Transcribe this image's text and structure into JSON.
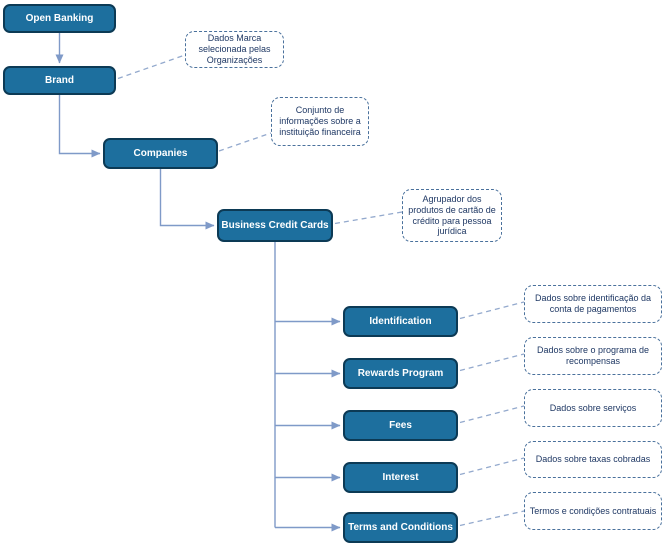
{
  "nodes": [
    {
      "id": "open-banking",
      "label": "Open Banking"
    },
    {
      "id": "brand",
      "label": "Brand",
      "note": "Dados Marca selecionada pelas Organizações"
    },
    {
      "id": "companies",
      "label": "Companies",
      "note": "Conjunto de informações sobre a instituição financeira"
    },
    {
      "id": "business-credit-cards",
      "label": "Business Credit Cards",
      "note": "Agrupador dos produtos de cartão de crédito para pessoa jurídica"
    },
    {
      "id": "identification",
      "label": "Identification",
      "note": "Dados sobre identificação da conta de pagamentos"
    },
    {
      "id": "rewards-program",
      "label": "Rewards Program",
      "note": "Dados sobre o programa de recompensas"
    },
    {
      "id": "fees",
      "label": "Fees",
      "note": "Dados sobre serviços"
    },
    {
      "id": "interest",
      "label": "Interest",
      "note": "Dados sobre taxas cobradas"
    },
    {
      "id": "terms-and-conditions",
      "label": "Terms and Conditions",
      "note": "Termos e condições contratuais"
    }
  ],
  "edges": [
    {
      "from": "Open Banking",
      "to": "Brand"
    },
    {
      "from": "Brand",
      "to": "Companies"
    },
    {
      "from": "Companies",
      "to": "Business Credit Cards"
    },
    {
      "from": "Business Credit Cards",
      "to": "Identification"
    },
    {
      "from": "Business Credit Cards",
      "to": "Rewards Program"
    },
    {
      "from": "Business Credit Cards",
      "to": "Fees"
    },
    {
      "from": "Business Credit Cards",
      "to": "Interest"
    },
    {
      "from": "Business Credit Cards",
      "to": "Terms and Conditions"
    }
  ],
  "colors": {
    "node_fill": "#1d6f9e",
    "node_border": "#0c3a55",
    "node_text": "#ffffff",
    "note_border": "#4a719c",
    "note_text": "#1f3864",
    "connector": "#7f9ac8",
    "note_connector": "#93a9cd",
    "background": "#ffffff"
  }
}
